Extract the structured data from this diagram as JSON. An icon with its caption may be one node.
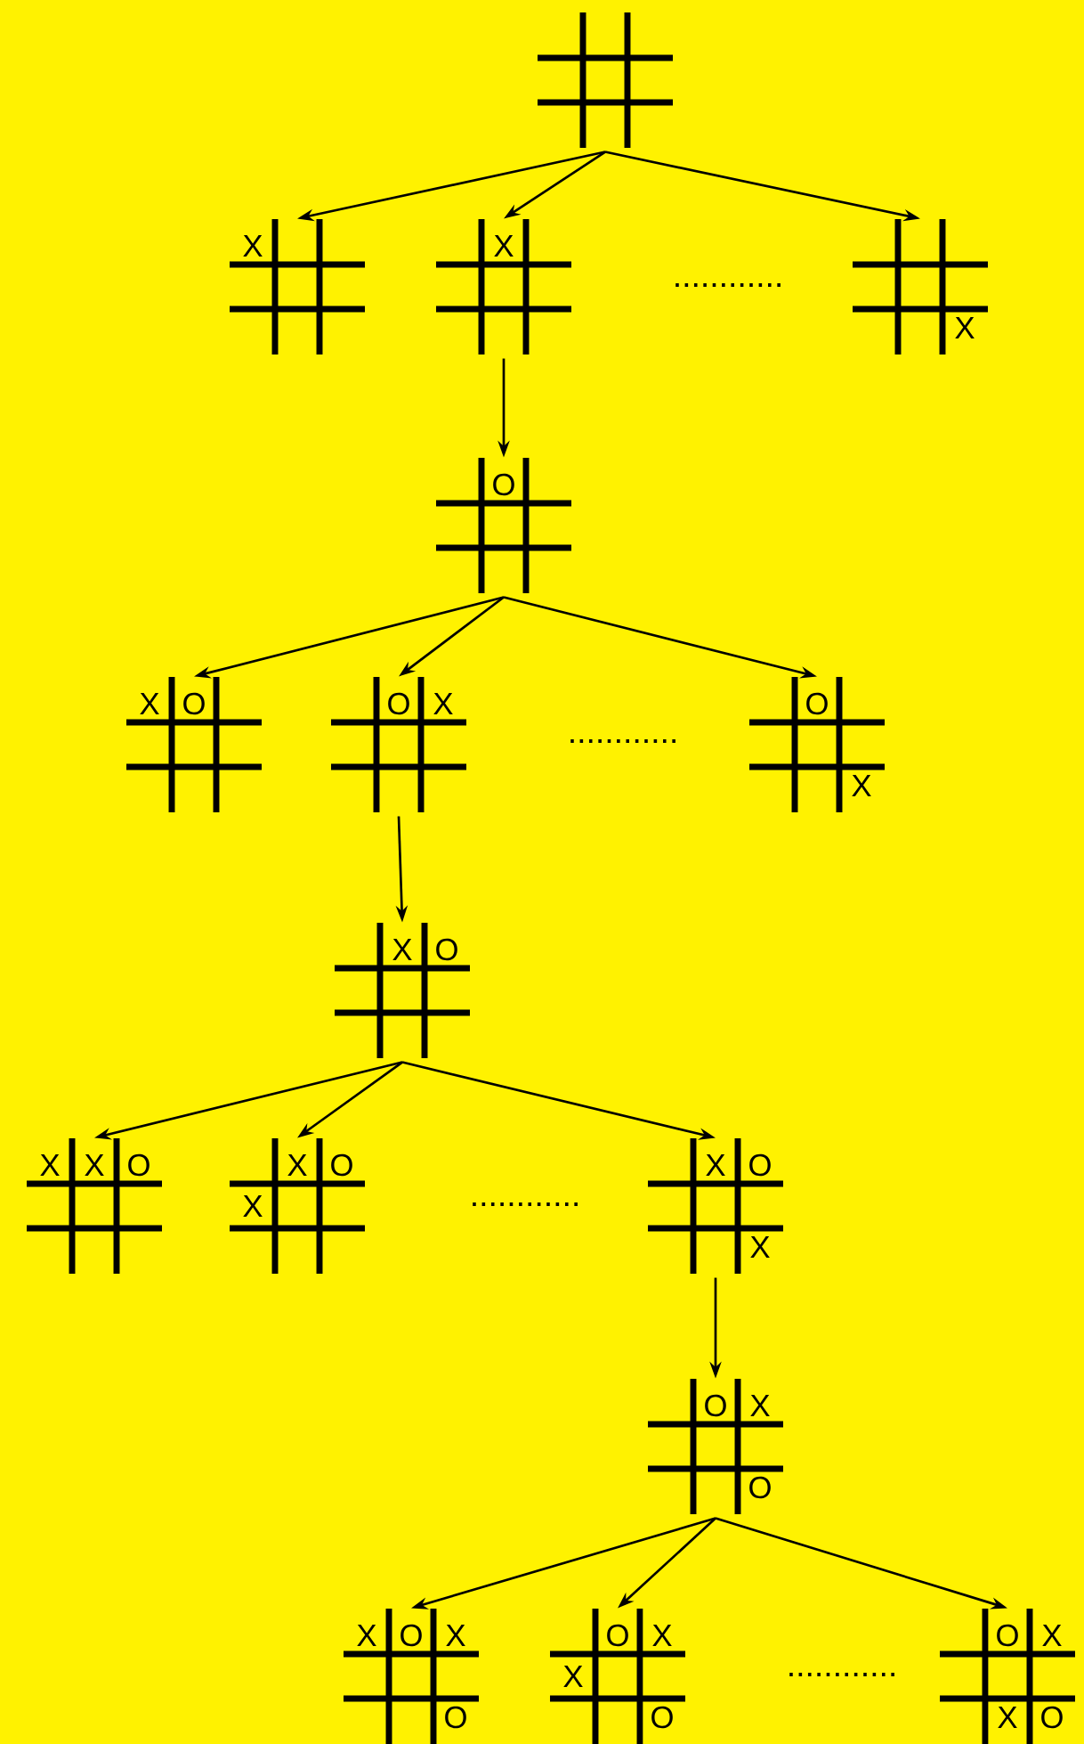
{
  "diagram": {
    "nodes": [
      {
        "text": [],
        "shape": "grid"
      },
      {
        "text": [
          "X"
        ]
      },
      {
        "text": [
          "X"
        ]
      },
      {
        "text": [
          "X"
        ]
      },
      {
        "text": [
          "O"
        ]
      },
      {
        "text": [
          "X",
          "O"
        ]
      },
      {
        "text": [
          "O",
          "X"
        ]
      },
      {
        "text": [
          "O",
          "X"
        ]
      },
      {
        "text": [
          "X",
          "O"
        ]
      },
      {
        "text": [
          "X",
          "X",
          "O"
        ]
      },
      {
        "text": [
          "X",
          "O",
          "X"
        ]
      },
      {
        "text": [
          "X",
          "O",
          "X"
        ]
      },
      {
        "text": [
          "O",
          "X",
          "O"
        ]
      },
      {
        "text": [
          "X",
          "O",
          "X",
          "O"
        ]
      },
      {
        "text": [
          "O",
          "X",
          "X",
          "O"
        ]
      },
      {
        "text": [
          "O",
          "X",
          "X",
          "O"
        ]
      }
    ],
    "edges": [
      {
        "from": 0,
        "to": 1,
        "arrow": "to"
      },
      {
        "from": 0,
        "to": 2,
        "arrow": "to"
      },
      {
        "from": 0,
        "to": 3,
        "arrow": "to"
      },
      {
        "from": 2,
        "to": 4,
        "arrow": "to"
      },
      {
        "from": 4,
        "to": 5,
        "arrow": "to"
      },
      {
        "from": 4,
        "to": 6,
        "arrow": "to"
      },
      {
        "from": 4,
        "to": 7,
        "arrow": "to"
      },
      {
        "from": 6,
        "to": 8,
        "arrow": "to"
      },
      {
        "from": 8,
        "to": 9,
        "arrow": "to"
      },
      {
        "from": 8,
        "to": 10,
        "arrow": "to"
      },
      {
        "from": 8,
        "to": 11,
        "arrow": "to"
      },
      {
        "from": 11,
        "to": 12,
        "arrow": "to"
      },
      {
        "from": 12,
        "to": 13,
        "arrow": "to"
      },
      {
        "from": 12,
        "to": 14,
        "arrow": "to"
      },
      {
        "from": 12,
        "to": 15,
        "arrow": "to"
      }
    ],
    "labels": [
      "............",
      "............",
      "............",
      "............"
    ]
  }
}
